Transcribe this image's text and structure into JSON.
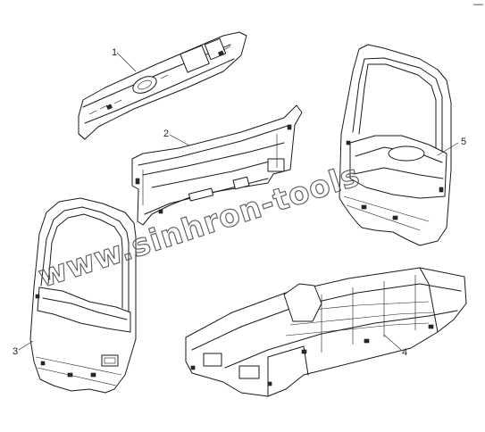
{
  "corner_mark": "—",
  "watermark": "www.sinhron-tools",
  "parts": [
    {
      "id": "part-1",
      "label": "1"
    },
    {
      "id": "part-2",
      "label": "2"
    },
    {
      "id": "part-3",
      "label": "3"
    },
    {
      "id": "part-4",
      "label": "4"
    },
    {
      "id": "part-5",
      "label": "5"
    }
  ]
}
